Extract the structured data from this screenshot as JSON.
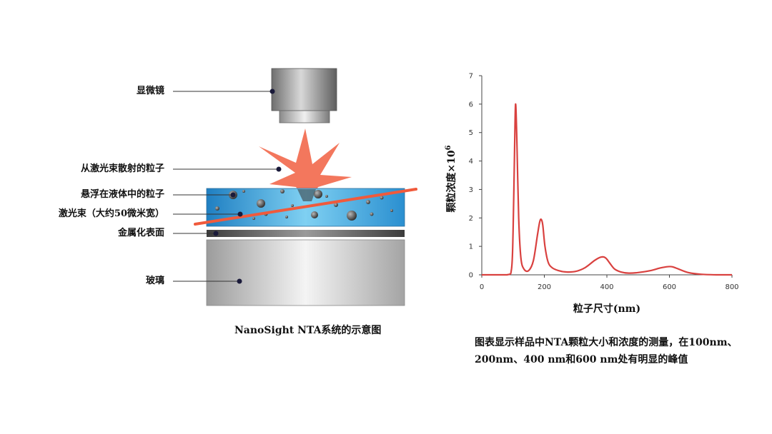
{
  "diagram": {
    "labels": {
      "microscope": "显微镜",
      "scattered": "从激光束散射的粒子",
      "suspended": "悬浮在液体中的粒子",
      "laser": "激光束（大约50微米宽）",
      "metal": "金属化表面",
      "glass": "玻璃"
    },
    "caption": "NanoSight NTA系统的示意图",
    "colors": {
      "liquid": "#3a9fd6",
      "laser": "#f05a3c",
      "flash": "#f26b4f",
      "glass": "#c8c8c8",
      "metal": "#555555",
      "microscope": "#8a8a8a"
    }
  },
  "chart_data": {
    "type": "line",
    "xlabel": "粒子尺寸(nm)",
    "ylabel": "颗粒浓度×10",
    "ylabel_superscript": "6",
    "xlim": [
      0,
      800
    ],
    "ylim": [
      0,
      7
    ],
    "xticks": [
      0,
      200,
      400,
      600,
      800
    ],
    "yticks": [
      0,
      1,
      2,
      3,
      4,
      5,
      6,
      7
    ],
    "series": [
      {
        "color": "#d9413f",
        "x": [
          0,
          80,
          95,
          100,
          105,
          108,
          112,
          118,
          125,
          135,
          150,
          165,
          178,
          185,
          190,
          195,
          202,
          212,
          225,
          245,
          270,
          300,
          330,
          360,
          375,
          385,
          392,
          400,
          410,
          425,
          445,
          470,
          500,
          540,
          570,
          590,
          600,
          610,
          630,
          660,
          700,
          750,
          800
        ],
        "y": [
          0,
          0,
          0.2,
          1.5,
          4.5,
          6.0,
          4.8,
          2.0,
          0.6,
          0.2,
          0.15,
          0.5,
          1.4,
          1.85,
          1.95,
          1.75,
          1.0,
          0.45,
          0.25,
          0.15,
          0.1,
          0.12,
          0.25,
          0.5,
          0.6,
          0.63,
          0.62,
          0.55,
          0.4,
          0.2,
          0.1,
          0.06,
          0.08,
          0.15,
          0.24,
          0.28,
          0.29,
          0.28,
          0.2,
          0.08,
          0.02,
          0,
          0
        ]
      }
    ],
    "description": "图表显示样品中NTA颗粒大小和浓度的测量，在100nm、200nm、400 nm和600 nm处有明显的峰值"
  }
}
